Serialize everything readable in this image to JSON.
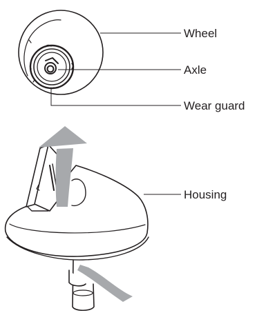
{
  "labels": {
    "wheel": "Wheel",
    "axle": "Axle",
    "wear_guard": "Wear guard",
    "housing": "Housing"
  },
  "colors": {
    "line": "#231f20",
    "arrow": "#a7a9ac",
    "background": "#ffffff"
  }
}
